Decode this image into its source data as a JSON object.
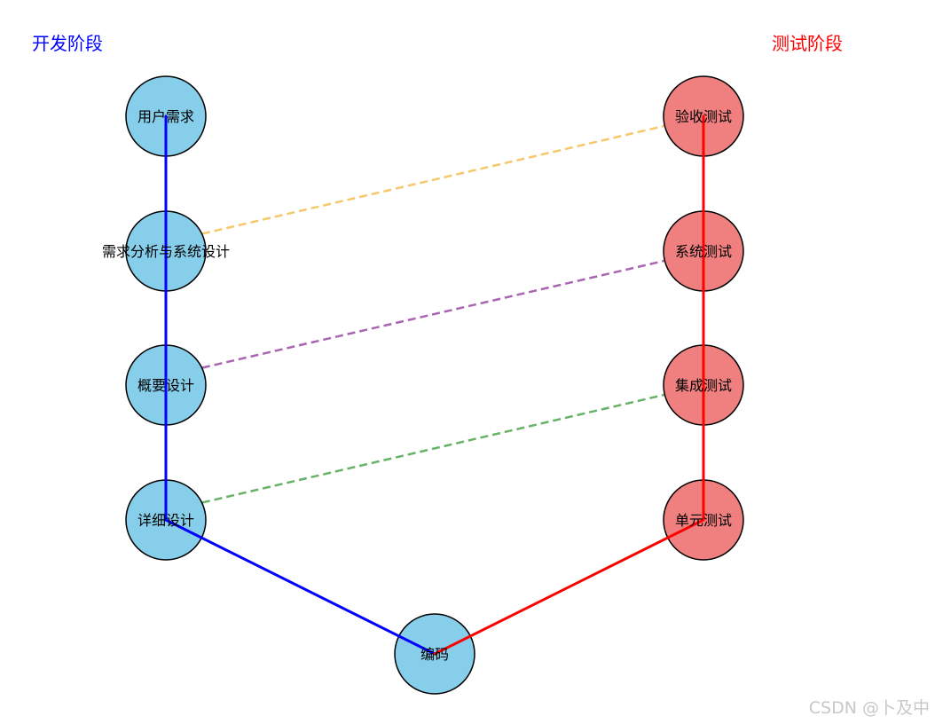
{
  "phase_titles": {
    "development": "开发阶段",
    "testing": "测试阶段"
  },
  "nodes": [
    {
      "id": "user_requirements",
      "label": "用户需求",
      "group": "development"
    },
    {
      "id": "requirements_analysis",
      "label": "需求分析与系统设计",
      "group": "development"
    },
    {
      "id": "high_level_design",
      "label": "概要设计",
      "group": "development"
    },
    {
      "id": "detailed_design",
      "label": "详细设计",
      "group": "development"
    },
    {
      "id": "coding",
      "label": "编码",
      "group": "development"
    },
    {
      "id": "unit_test",
      "label": "单元测试",
      "group": "testing"
    },
    {
      "id": "integration_test",
      "label": "集成测试",
      "group": "testing"
    },
    {
      "id": "system_test",
      "label": "系统测试",
      "group": "testing"
    },
    {
      "id": "acceptance_test",
      "label": "验收测试",
      "group": "testing"
    }
  ],
  "flow_edges": [
    {
      "from": "user_requirements",
      "to": "requirements_analysis",
      "color": "#0000ff"
    },
    {
      "from": "requirements_analysis",
      "to": "high_level_design",
      "color": "#0000ff"
    },
    {
      "from": "high_level_design",
      "to": "detailed_design",
      "color": "#0000ff"
    },
    {
      "from": "detailed_design",
      "to": "coding",
      "color": "#0000ff"
    },
    {
      "from": "coding",
      "to": "unit_test",
      "color": "#ff0000"
    },
    {
      "from": "unit_test",
      "to": "integration_test",
      "color": "#ff0000"
    },
    {
      "from": "integration_test",
      "to": "system_test",
      "color": "#ff0000"
    },
    {
      "from": "system_test",
      "to": "acceptance_test",
      "color": "#ff0000"
    }
  ],
  "correspondence_edges": [
    {
      "from": "requirements_analysis",
      "to": "acceptance_test",
      "color": "#f5c86b"
    },
    {
      "from": "high_level_design",
      "to": "system_test",
      "color": "#a965b2"
    },
    {
      "from": "detailed_design",
      "to": "integration_test",
      "color": "#67b267"
    }
  ],
  "colors": {
    "development_node": "#87ceeb",
    "testing_node": "#f08080",
    "node_border": "#000000",
    "development_title": "#0000ff",
    "testing_title": "#ff0000"
  },
  "watermark": "CSDN @卜及中"
}
